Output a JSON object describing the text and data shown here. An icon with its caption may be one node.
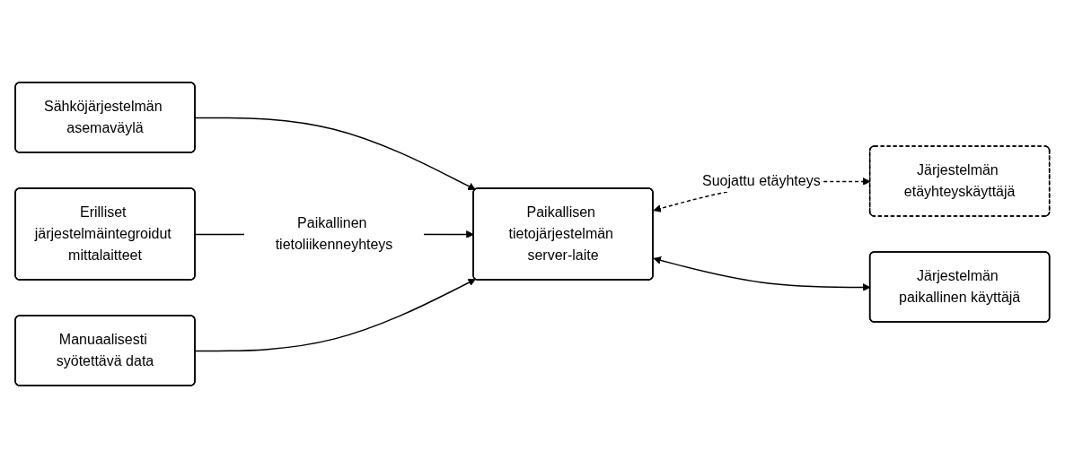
{
  "diagram": {
    "nodes": [
      {
        "text": [
          "Sähköjärjestelmän asemaväylä"
        ]
      },
      {
        "text": [
          "Erilliset järjestelmäintegroidut mittalaitteet"
        ]
      },
      {
        "text": [
          "Manuaalisesti syötettävä data"
        ]
      },
      {
        "text": [
          "Paikallisen tietojärjestelmän server-laite"
        ]
      },
      {
        "text": [
          "Järjestelmän etäyhteyskäyttäjä"
        ]
      },
      {
        "text": [
          "Järjestelmän paikallinen käyttäjä"
        ]
      }
    ],
    "edges": [
      {
        "from": 0,
        "to": 3,
        "arrow": "to"
      },
      {
        "from": 1,
        "to": 3,
        "arrow": "to",
        "label": "Paikallinen tietoliikenneyhteys"
      },
      {
        "from": 2,
        "to": 3,
        "arrow": "to"
      },
      {
        "from": 3,
        "to": 4,
        "arrow": "both",
        "style": "dashed",
        "label": "Suojattu etäyhteys"
      },
      {
        "from": 3,
        "to": 5,
        "arrow": "both"
      }
    ]
  }
}
